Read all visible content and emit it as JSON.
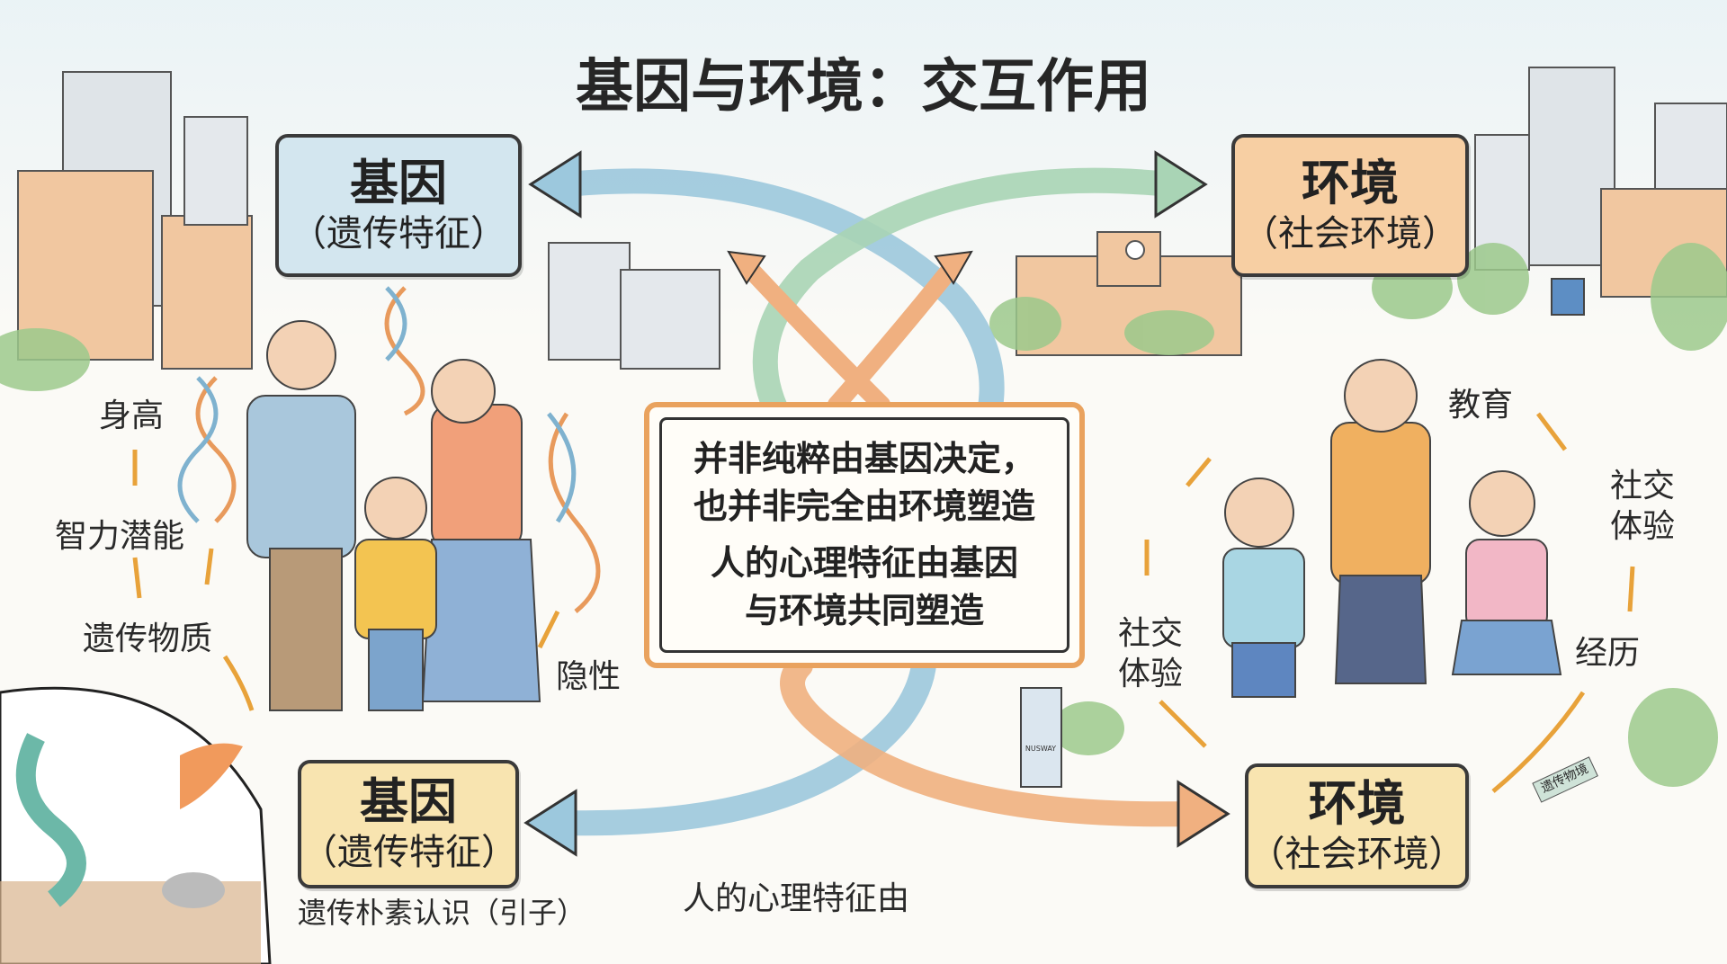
{
  "title": "基因与环境：交互作用",
  "boxes": {
    "gene_top": {
      "main": "基因",
      "sub": "（遗传特征）"
    },
    "env_top": {
      "main": "环境",
      "sub": "（社会环境）"
    },
    "gene_bottom": {
      "main": "基因",
      "sub": "（遗传特征）"
    },
    "env_bottom": {
      "main": "环境",
      "sub": "（社会环境）"
    }
  },
  "center": {
    "line1": "并非纯粹由基因决定，",
    "line2": "也并非完全由环境塑造",
    "line3": "人的心理特征由基因",
    "line4": "与环境共同塑造"
  },
  "left_labels": {
    "height": "身高",
    "intelligence": "智力潜能",
    "genetic_material": "遗传物质",
    "recessive": "隐性",
    "naive_view": "遗传朴素认识（引子）"
  },
  "bottom_caption": "人的心理特征由",
  "right_labels": {
    "education": "教育",
    "social_right_1": "社交",
    "social_right_2": "体验",
    "experience": "经历",
    "social_left_1": "社交",
    "social_left_2": "体验"
  },
  "signs": {
    "subway": "NUSWAY",
    "station": "遗传物境"
  },
  "colors": {
    "blue_box": "#d3e6ef",
    "orange_box": "#f7cfa3",
    "yellow_box": "#f8e4b0",
    "blue_arrow": "#9cc8dd",
    "green_arrow": "#a9d4b5",
    "orange_arrow": "#f0b080"
  }
}
